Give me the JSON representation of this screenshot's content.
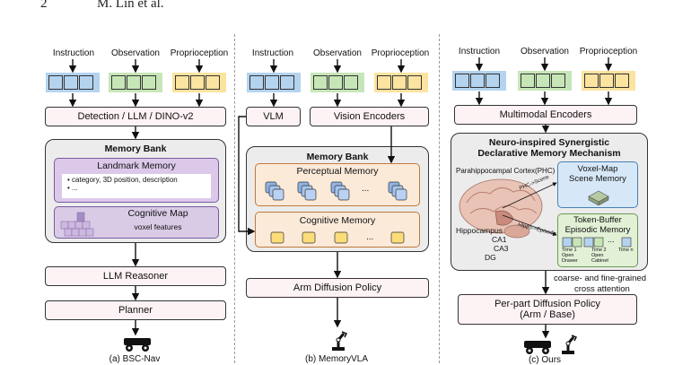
{
  "header": {
    "page_number": "2",
    "authors": "M. Lin et al."
  },
  "inputs": {
    "instruction": "Instruction",
    "observation": "Observation",
    "proprioception": "Proprioception"
  },
  "colors": {
    "instruction": "#b4d3ef",
    "observation": "#c7e6b8",
    "proprioception": "#fbe3a0",
    "box_fill": "#fdf2f4",
    "panel_fill": "#ececec",
    "landmark": "#dcc9ea",
    "perceptual": "#fcead9"
  },
  "panel_a": {
    "encoder": "Detection / LLM / DINO-v2",
    "memory_bank": "Memory Bank",
    "landmark_title": "Landmark Memory",
    "landmark_items": [
      "category, 3D position, description",
      "..."
    ],
    "cognitive_title": "Cognitive Map",
    "cognitive_sub": "voxel features",
    "reasoner": "LLM Reasoner",
    "planner": "Planner",
    "caption": "(a) BSC-Nav"
  },
  "panel_b": {
    "vlm": "VLM",
    "vision": "Vision Encoders",
    "memory_bank": "Memory Bank",
    "perceptual": "Perceptual Memory",
    "cognitive": "Cognitive Memory",
    "dots": "...",
    "policy": "Arm Diffusion Policy",
    "caption": "(b) MemoryVLA"
  },
  "panel_c": {
    "encoder": "Multimodal Encoders",
    "title_1": "Neuro-inspired Synergistic",
    "title_2": "Declarative Memory Mechanism",
    "phc": "Parahippocampal Cortex(PHC)",
    "hippocampus": "Hippocampus",
    "ca1": "CA1",
    "ca3": "CA3",
    "dg": "DG",
    "phc_scene": "PHC->Scene",
    "hippo_episodic": "Hippo->Episodic",
    "voxel_title_1": "Voxel-Map",
    "voxel_title_2": "Scene Memory",
    "token_title_1": "Token-Buffer",
    "token_title_2": "Episodic Memory",
    "time1": "Time 1",
    "time1_action": "Open Drawer",
    "time2": "Time 2",
    "time2_action": "Open Cabinet",
    "timen": "Time n",
    "dots": "...",
    "attention_1": "coarse- and fine-grained",
    "attention_2": "cross attention",
    "policy_1": "Per-part Diffusion Policy",
    "policy_2": "(Arm / Base)",
    "caption": "(c) Ours"
  }
}
